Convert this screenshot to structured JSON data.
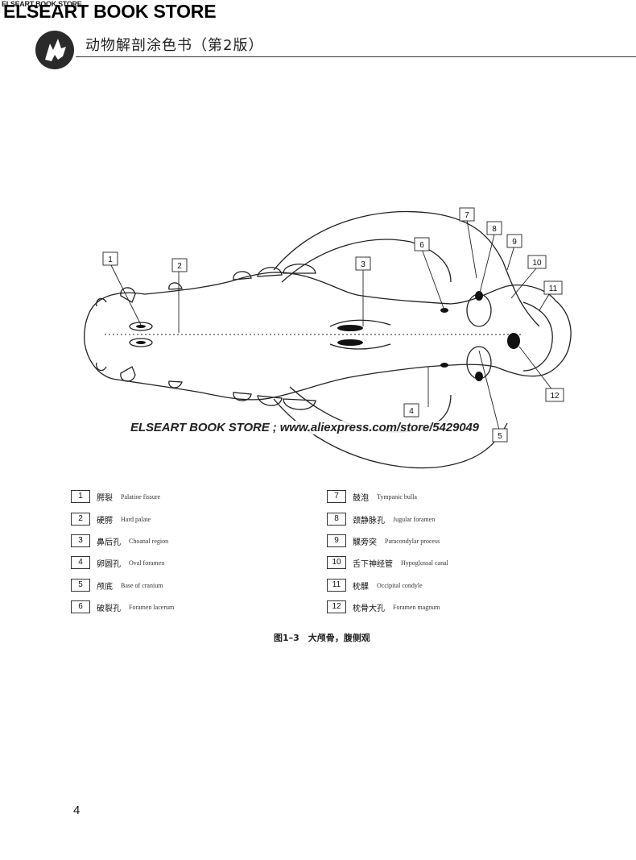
{
  "watermark": {
    "small": "ELSEART BOOK STORE",
    "large": "ELSEART BOOK STORE",
    "url": "ELSEART BOOK STORE ; www.aliexpress.com/store/5429049"
  },
  "header": {
    "logo": "dog-head-logo-icon",
    "title": "动物解剖涂色书（第2版）"
  },
  "figure": {
    "callouts": [
      "1",
      "2",
      "3",
      "4",
      "5",
      "6",
      "7",
      "8",
      "9",
      "10",
      "11",
      "12"
    ]
  },
  "legend": [
    {
      "num": "1",
      "cn": "腭裂",
      "en": "Palatine fissure"
    },
    {
      "num": "2",
      "cn": "硬腭",
      "en": "Hard palate"
    },
    {
      "num": "3",
      "cn": "鼻后孔",
      "en": "Choanal region"
    },
    {
      "num": "4",
      "cn": "卵圆孔",
      "en": "Oval foramen"
    },
    {
      "num": "5",
      "cn": "颅底",
      "en": "Base of cranium"
    },
    {
      "num": "6",
      "cn": "破裂孔",
      "en": "Foramen lacerum"
    },
    {
      "num": "7",
      "cn": "鼓泡",
      "en": "Tympanic bulla"
    },
    {
      "num": "8",
      "cn": "颈静脉孔",
      "en": "Jugular foramen"
    },
    {
      "num": "9",
      "cn": "髁旁突",
      "en": "Paracondylar process"
    },
    {
      "num": "10",
      "cn": "舌下神经管",
      "en": "Hypoglossal canal"
    },
    {
      "num": "11",
      "cn": "枕髁",
      "en": "Occipital condyle"
    },
    {
      "num": "12",
      "cn": "枕骨大孔",
      "en": "Foramen magnum"
    }
  ],
  "caption": "图1–3　大颅骨，腹侧观",
  "page_number": "4"
}
